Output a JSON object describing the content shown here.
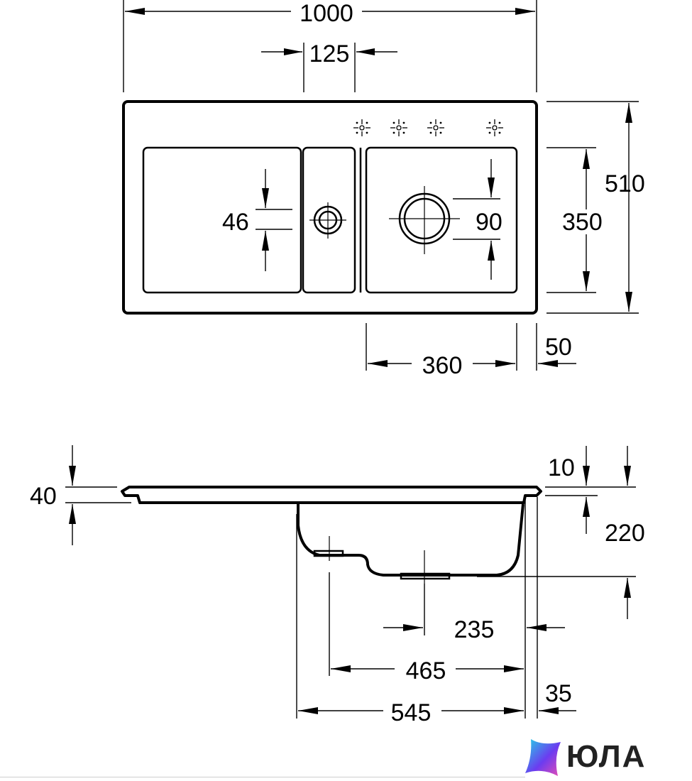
{
  "top_view": {
    "overall_width": "1000",
    "drainer_width": "125",
    "overall_depth": "510",
    "bowl_depth": "350",
    "bowl_width": "360",
    "edge_offset": "50",
    "small_waste": "46",
    "large_waste": "90"
  },
  "side_view": {
    "rim_thickness": "40",
    "rim_step": "10",
    "bowl_height": "220",
    "waste_offset": "235",
    "drain_distance": "465",
    "bowl_length": "545",
    "edge_offset": "35"
  },
  "logo": {
    "text": "ЮЛА",
    "colors": [
      "#23d5e6",
      "#6b3cf0",
      "#e84db4"
    ]
  }
}
